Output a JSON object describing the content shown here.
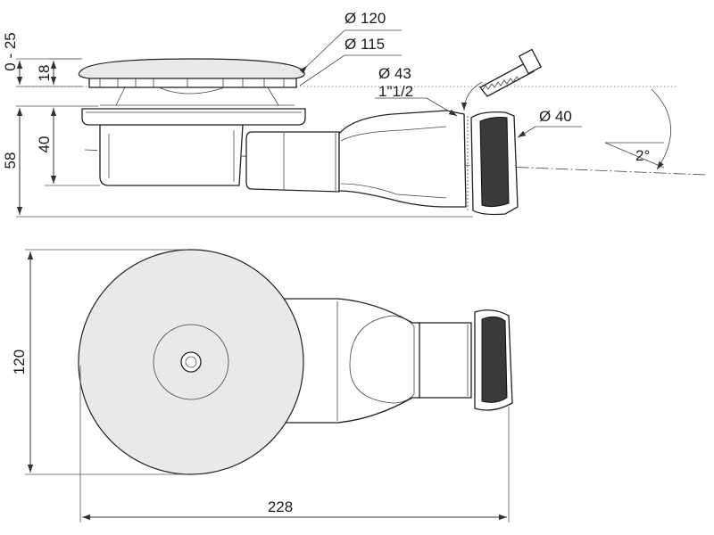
{
  "labels": {
    "dia_120": "Ø 120",
    "dia_115": "Ø 115",
    "dia_43": "Ø 43",
    "thread": "1\"1/2",
    "dia_40": "Ø 40",
    "angle": "2°",
    "adjust": "0 - 25",
    "h18": "18",
    "h40": "40",
    "h58": "58",
    "w120": "120",
    "w228": "228"
  },
  "colors": {
    "line": "#222222",
    "shade": "#e9e9e9",
    "dark": "#3a3a3a"
  },
  "icons": [
    "saw-icon",
    "curved-arrow-icon"
  ]
}
